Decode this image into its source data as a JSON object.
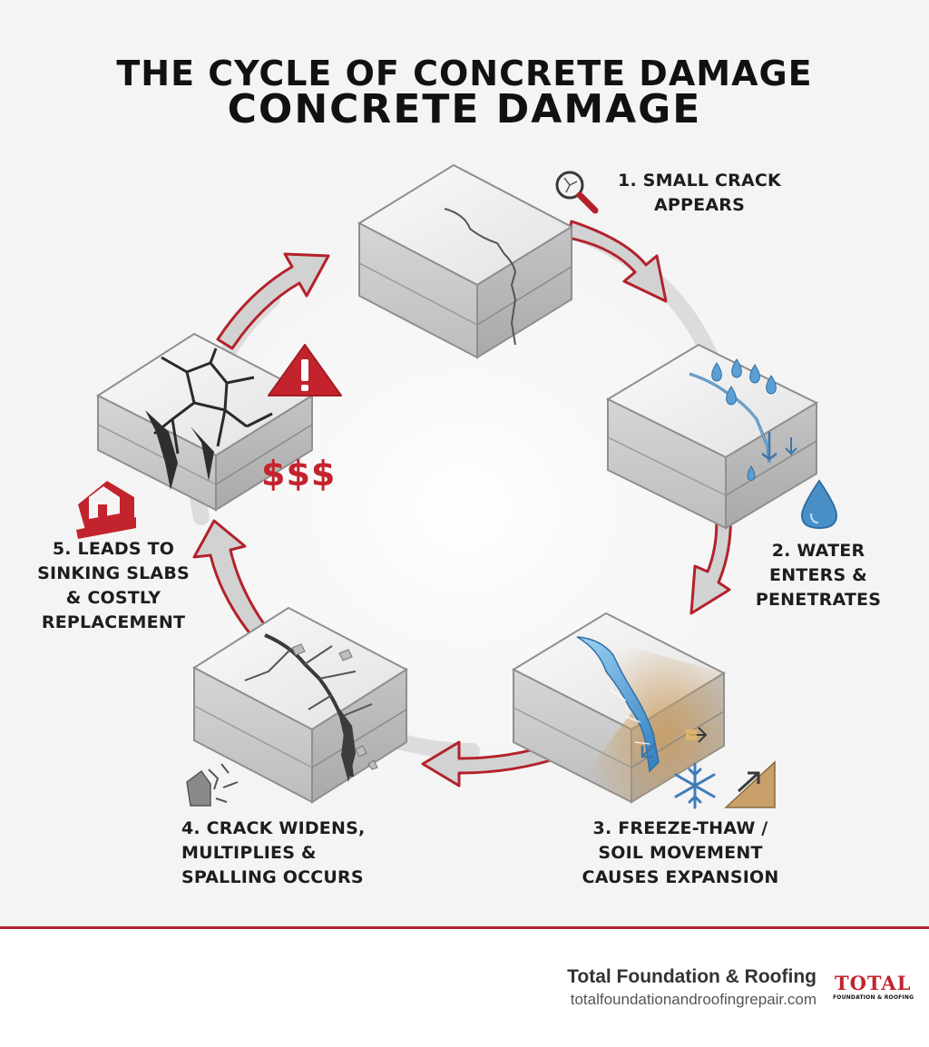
{
  "title": {
    "line1": "THE CYCLE OF CONCRETE DAMAGE",
    "line2": "CONCRETE DAMAGE"
  },
  "steps": [
    {
      "label": "1. SMALL CRACK\nAPPEARS",
      "icon": "magnifying-glass-icon"
    },
    {
      "label": "2. WATER\nENTERS &\nPENETRATES",
      "icon": "water-drop-icon"
    },
    {
      "label": "3. FREEZE-THAW /\nSOIL MOVEMENT\nCAUSES EXPANSION",
      "icon": "snowflake-icon"
    },
    {
      "label": "4. CRACK WIDENS,\nMULTIPLIES &\nSPALLING OCCURS",
      "icon": "broken-concrete-icon"
    },
    {
      "label": "5. LEADS TO\nSINKING SLABS\n& COSTLY\nREPLACEMENT",
      "icon": "sinking-house-icon"
    }
  ],
  "cost_badge": "$$$",
  "warning_icon": "warning-triangle-icon",
  "footer": {
    "company": "Total Foundation & Roofing",
    "url": "totalfoundationandroofingrepair.com",
    "logo_word": "TOTAL",
    "logo_sub": "FOUNDATION & ROOFING"
  },
  "colors": {
    "accent": "#c3232d",
    "arrow_fill": "#d4d4d4",
    "concrete_top": "#f2f2f2",
    "concrete_side": "#c7c7c7",
    "water": "#4a90c8",
    "soil": "#c8a06a"
  }
}
